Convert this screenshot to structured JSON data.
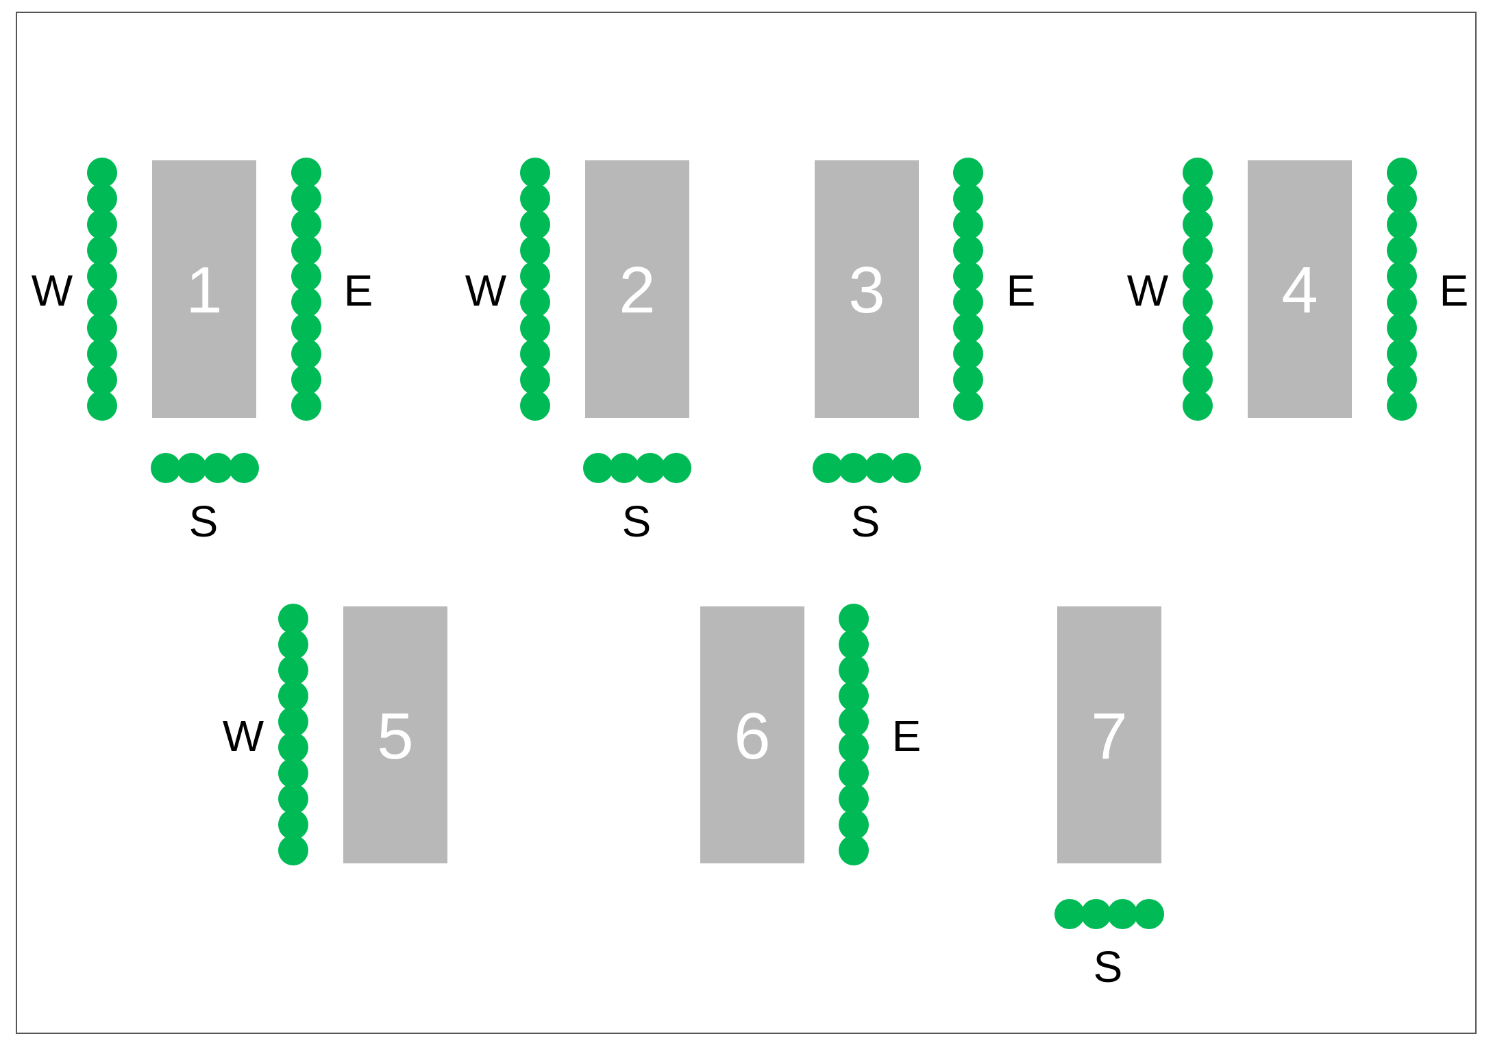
{
  "colors": {
    "block": "#b8b8b8",
    "bead": "#00bb55",
    "frame": "#555555",
    "number": "#ffffff",
    "label": "#000000"
  },
  "labels": {
    "west": "W",
    "east": "E",
    "south": "S"
  },
  "blocks": [
    {
      "number": "1",
      "sides": [
        "W",
        "E",
        "S"
      ]
    },
    {
      "number": "2",
      "sides": [
        "W",
        "S"
      ]
    },
    {
      "number": "3",
      "sides": [
        "E",
        "S"
      ]
    },
    {
      "number": "4",
      "sides": [
        "W",
        "E"
      ]
    },
    {
      "number": "5",
      "sides": [
        "W"
      ]
    },
    {
      "number": "6",
      "sides": [
        "E"
      ]
    },
    {
      "number": "7",
      "sides": [
        "S"
      ]
    }
  ]
}
